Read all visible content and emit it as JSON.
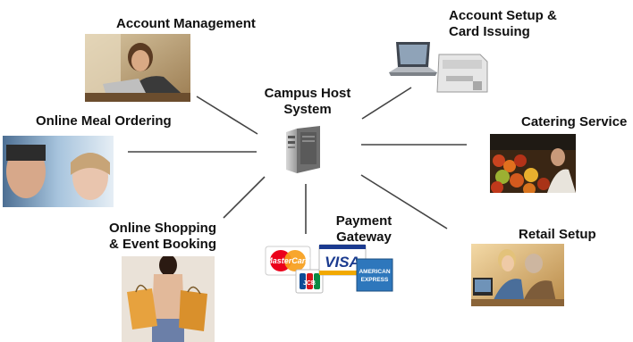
{
  "hub": {
    "label_line1": "Campus Host",
    "label_line2": "System",
    "icon": "server-tower-icon"
  },
  "nodes": [
    {
      "id": "account-management",
      "line1": "Account Management",
      "line2": "",
      "image": "woman-at-laptop-photo"
    },
    {
      "id": "account-setup",
      "line1": "Account Setup &",
      "line2": "Card Issuing",
      "image": "laptop-and-card-printer-photo"
    },
    {
      "id": "online-meal-ordering",
      "line1": "Online Meal Ordering",
      "line2": "",
      "image": "students-faces-photo"
    },
    {
      "id": "catering-service",
      "line1": "Catering Service",
      "line2": "",
      "image": "produce-market-photo"
    },
    {
      "id": "online-shopping",
      "line1": "Online Shopping",
      "line2": "& Event Booking",
      "image": "shopper-with-bags-photo"
    },
    {
      "id": "payment-gateway",
      "line1": "Payment",
      "line2": "Gateway",
      "image": "credit-card-logos"
    },
    {
      "id": "retail-setup",
      "line1": "Retail Setup",
      "line2": "",
      "image": "people-at-computer-photo"
    }
  ],
  "card_logos": {
    "mastercard": "MasterCard",
    "visa": "VISA",
    "amex_line1": "AMERICAN",
    "amex_line2": "EXPRESS",
    "jcb": "JCB"
  },
  "colors": {
    "connector": "#444444",
    "label": "#111111",
    "visa_blue": "#1a3a8f",
    "visa_gold": "#f2a900",
    "mastercard_red": "#eb001b",
    "mastercard_orange": "#f79e1b",
    "amex_blue": "#2e77bc"
  }
}
